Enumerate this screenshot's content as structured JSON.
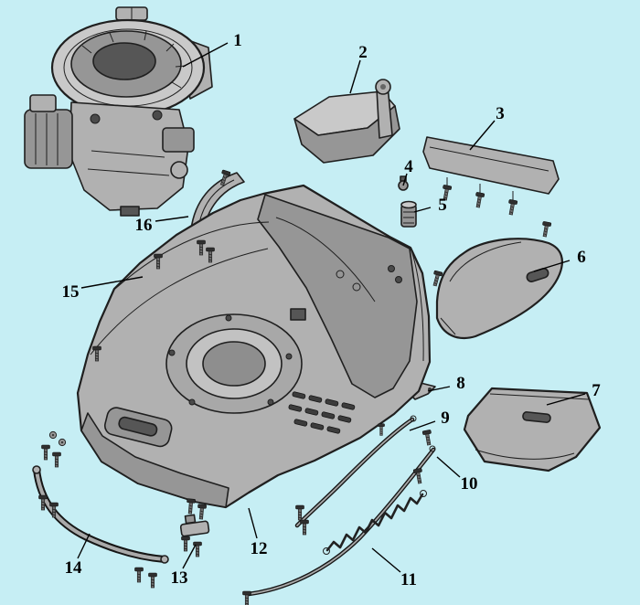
{
  "diagram": {
    "background_color": "#c6eef4",
    "outline_color": "#1f1f1f",
    "part_fill_light": "#c9c9c9",
    "part_fill_mid": "#b1b1b1",
    "part_fill_dark": "#565656",
    "callouts": [
      {
        "label": "1"
      },
      {
        "label": "2"
      },
      {
        "label": "3"
      },
      {
        "label": "4"
      },
      {
        "label": "5"
      },
      {
        "label": "6"
      },
      {
        "label": "7"
      },
      {
        "label": "8"
      },
      {
        "label": "9"
      },
      {
        "label": "10"
      },
      {
        "label": "11"
      },
      {
        "label": "12"
      },
      {
        "label": "13"
      },
      {
        "label": "14"
      },
      {
        "label": "15"
      },
      {
        "label": "16"
      }
    ]
  }
}
